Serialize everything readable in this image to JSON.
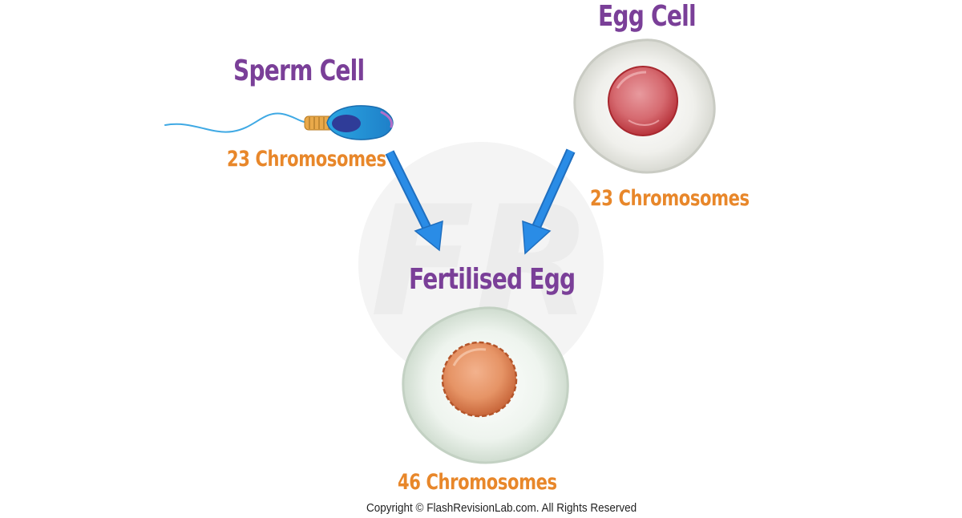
{
  "sperm": {
    "title": "Sperm Cell",
    "chromosomes": "23 Chromosomes"
  },
  "egg": {
    "title": "Egg Cell",
    "chromosomes": "23 Chromosomes"
  },
  "fertilised": {
    "title": "Fertilised Egg",
    "chromosomes": "46 Chromosomes"
  },
  "copyright": "Copyright © FlashRevisionLab.com. All Rights Reserved",
  "colors": {
    "title": "#7a3f98",
    "chromosome_label": "#e8872a",
    "arrow": "#1f7fd8",
    "sperm_head": "#29a3e0",
    "egg_nucleus": "#cf4a52",
    "fertilised_nucleus": "#e07a4a"
  },
  "icons": [
    "sperm-cell-icon",
    "egg-cell-icon",
    "fertilised-egg-icon",
    "arrow-down-right-icon",
    "arrow-down-left-icon",
    "watermark-logo"
  ]
}
